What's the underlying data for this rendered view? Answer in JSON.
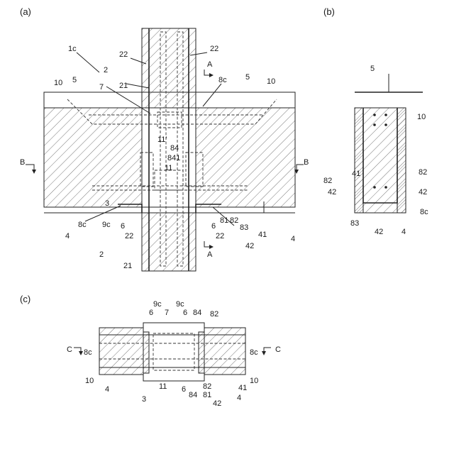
{
  "panels": {
    "a": "(a)",
    "b": "(b)",
    "c": "(c)"
  },
  "labels": {
    "n1c": "1c",
    "n22": "22",
    "n2": "2",
    "n21": "21",
    "n5": "5",
    "n7": "7",
    "n10": "10",
    "n8c": "8c",
    "n11p": "11'",
    "n84": "84",
    "n841": "841",
    "n11": "11",
    "n3": "3",
    "n9c": "9c",
    "n6": "6",
    "n4": "4",
    "n81": "81",
    "n83": "83",
    "n82": "82",
    "n41": "41",
    "n42": "42",
    "A": "A",
    "B": "B",
    "C": "C"
  },
  "colors": {
    "line": "#222222",
    "hatch": "#555555"
  }
}
